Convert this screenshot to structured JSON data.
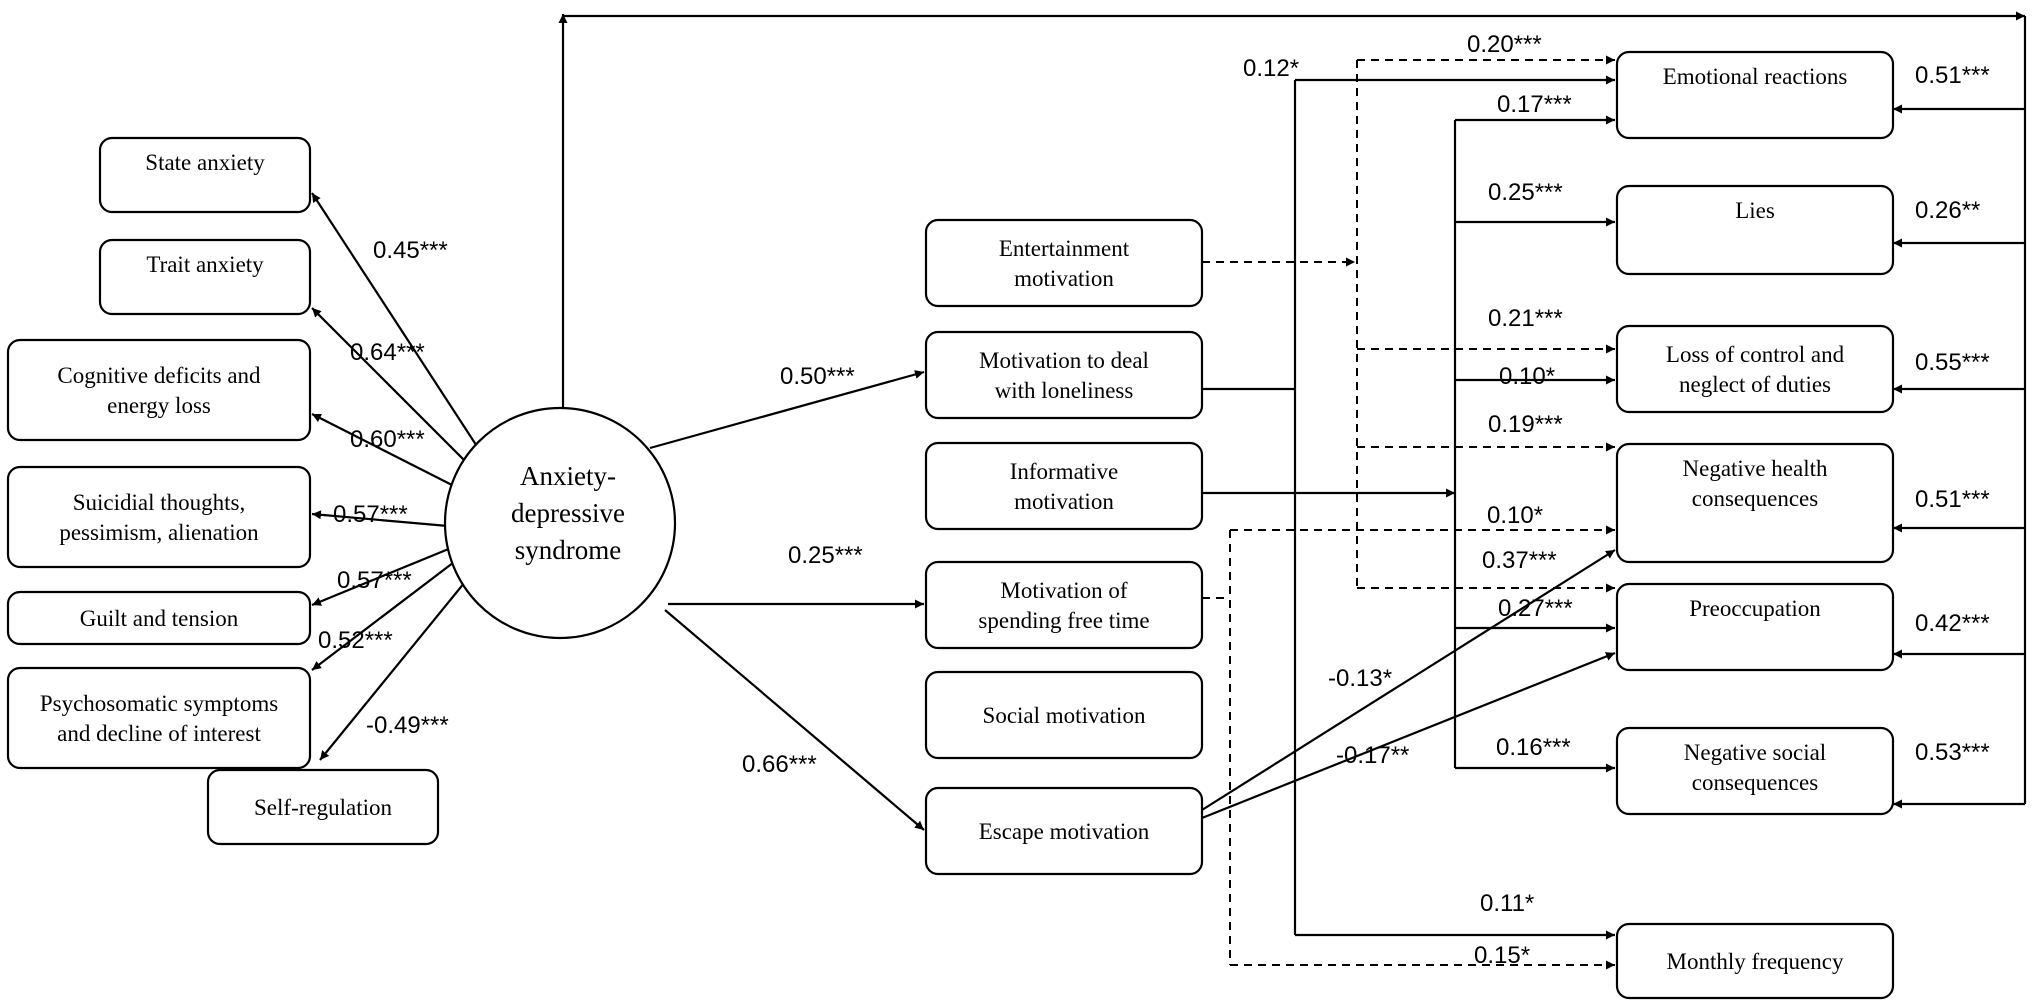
{
  "center": {
    "lines": [
      "Anxiety-",
      "depressive",
      "syndrome"
    ]
  },
  "left_boxes": [
    {
      "lines": [
        "State anxiety"
      ]
    },
    {
      "lines": [
        "Trait anxiety"
      ]
    },
    {
      "lines": [
        "Cognitive deficits and",
        "energy loss"
      ]
    },
    {
      "lines": [
        "Suicidial thoughts,",
        "pessimism, alienation"
      ]
    },
    {
      "lines": [
        "Guilt and tension"
      ]
    },
    {
      "lines": [
        "Psychosomatic symptoms",
        "and decline of interest"
      ]
    },
    {
      "lines": [
        "Self-regulation"
      ]
    }
  ],
  "left_coefs": [
    "0.45***",
    "0.64***",
    "0.60***",
    "0.57***",
    "0.57***",
    "0.52***",
    "-0.49***"
  ],
  "motivations": [
    {
      "lines": [
        "Entertainment",
        "motivation"
      ]
    },
    {
      "lines": [
        "Motivation to deal",
        "with loneliness"
      ]
    },
    {
      "lines": [
        "Informative",
        "motivation"
      ]
    },
    {
      "lines": [
        "Motivation of",
        "spending free time"
      ]
    },
    {
      "lines": [
        "Social motivation"
      ]
    },
    {
      "lines": [
        "Escape motivation"
      ]
    }
  ],
  "center_to_motivation_coefs": [
    "0.50***",
    "0.25***",
    "0.66***"
  ],
  "outcomes": [
    {
      "lines": [
        "Emotional reactions"
      ]
    },
    {
      "lines": [
        "Lies"
      ]
    },
    {
      "lines": [
        "Loss of control and",
        "neglect of duties"
      ]
    },
    {
      "lines": [
        "Negative health",
        "consequences"
      ]
    },
    {
      "lines": [
        "Preoccupation"
      ]
    },
    {
      "lines": [
        "Negative social",
        "consequences"
      ]
    },
    {
      "lines": [
        "Monthly frequency"
      ]
    }
  ],
  "right_coefs": [
    "0.51***",
    "0.26**",
    "0.55***",
    "0.51***",
    "0.42***",
    "0.53***"
  ],
  "path_coefs": {
    "loneliness_top": "0.12*",
    "entertainment_emotional": "0.20***",
    "informative_emotional": "0.17***",
    "informative_lies": "0.25***",
    "entertainment_loss": "0.21***",
    "informative_loss": "0.10*",
    "entertainment_health": "0.19***",
    "freetime_health": "0.10*",
    "escape_health": "0.37***",
    "informative_preoccupation": "0.27***",
    "escape_health_neg": "-0.13*",
    "escape_preoccupation_neg": "-0.17**",
    "informative_social": "0.16***",
    "loneliness_monthly": "0.11*",
    "freetime_monthly": "0.15*"
  }
}
